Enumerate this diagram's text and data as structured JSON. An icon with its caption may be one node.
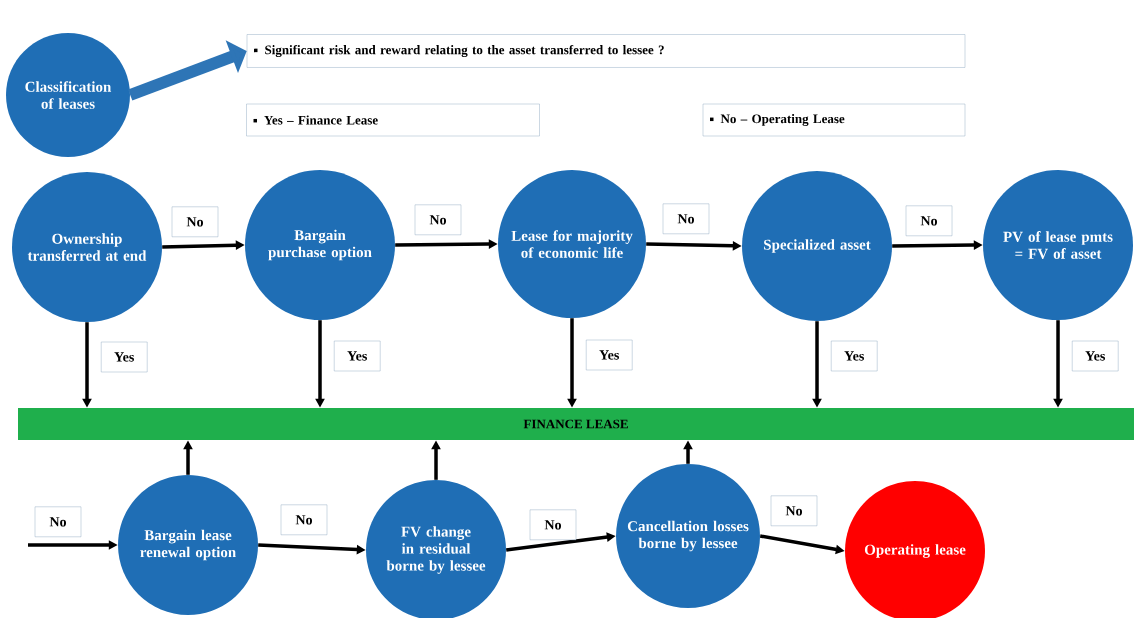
{
  "diagram": {
    "nodes": [
      {
        "text": [
          "Classification of leases"
        ]
      },
      {
        "text": [
          "Significant risk and reward relating to the asset transferred to lessee ?"
        ]
      },
      {
        "text": [
          "Yes – Finance Lease"
        ]
      },
      {
        "text": [
          "No – Operating Lease"
        ]
      },
      {
        "text": [
          "Ownership transferred at end"
        ]
      },
      {
        "text": [
          "Bargain purchase option"
        ]
      },
      {
        "text": [
          "Lease for majority of economic life"
        ]
      },
      {
        "text": [
          "Specialized asset"
        ]
      },
      {
        "text": [
          "PV of lease pmts = FV of asset"
        ]
      },
      {
        "text": [
          "FINANCE LEASE"
        ]
      },
      {
        "text": [
          "Bargain lease renewal option"
        ]
      },
      {
        "text": [
          "FV change in residual borne by lessee"
        ]
      },
      {
        "text": [
          "Cancellation losses borne by lessee"
        ]
      },
      {
        "text": [
          "Operating lease"
        ]
      }
    ],
    "edges": [
      {
        "from": 0,
        "to": 1,
        "arrow": "to",
        "style": "thick",
        "color": "#2e75b6"
      },
      {
        "from": 4,
        "to": 5,
        "arrow": "to",
        "label": "No"
      },
      {
        "from": 5,
        "to": 6,
        "arrow": "to",
        "label": "No"
      },
      {
        "from": 6,
        "to": 7,
        "arrow": "to",
        "label": "No"
      },
      {
        "from": 7,
        "to": 8,
        "arrow": "to",
        "label": "No"
      },
      {
        "from": 4,
        "to": 9,
        "arrow": "to",
        "label": "Yes"
      },
      {
        "from": 5,
        "to": 9,
        "arrow": "to",
        "label": "Yes"
      },
      {
        "from": 6,
        "to": 9,
        "arrow": "to",
        "label": "Yes"
      },
      {
        "from": 7,
        "to": 9,
        "arrow": "to",
        "label": "Yes"
      },
      {
        "from": 8,
        "to": 9,
        "arrow": "to",
        "label": "Yes"
      },
      {
        "from": null,
        "to": 10,
        "arrow": "to",
        "label": "No"
      },
      {
        "from": 10,
        "to": 9,
        "arrow": "to"
      },
      {
        "from": 11,
        "to": 9,
        "arrow": "to"
      },
      {
        "from": 12,
        "to": 9,
        "arrow": "to"
      },
      {
        "from": 10,
        "to": 11,
        "arrow": "to",
        "label": "No"
      },
      {
        "from": 11,
        "to": 12,
        "arrow": "to",
        "label": "No"
      },
      {
        "from": 12,
        "to": 13,
        "arrow": "to",
        "label": "No"
      }
    ]
  }
}
